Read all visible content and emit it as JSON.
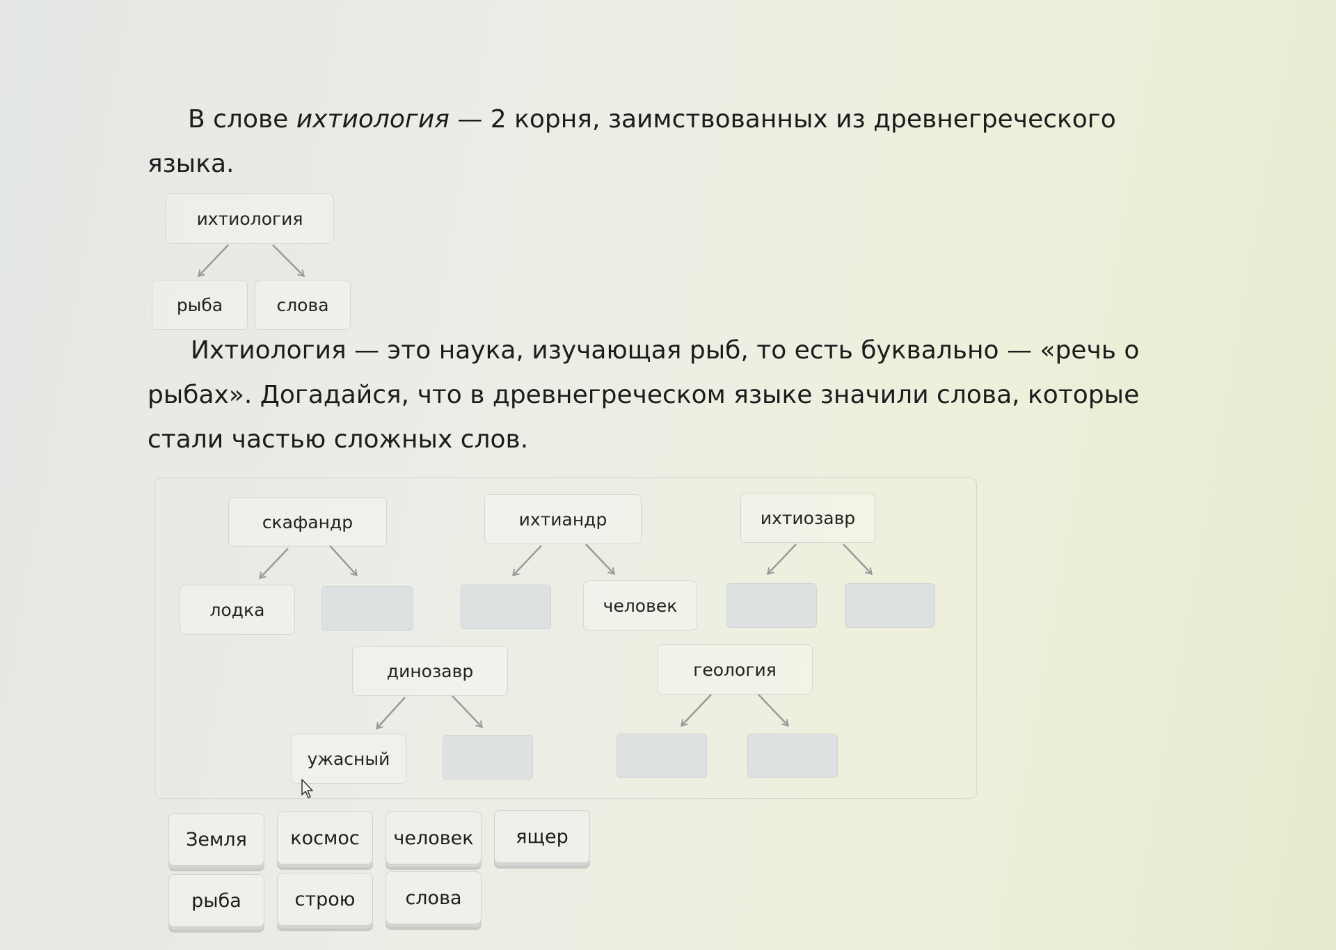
{
  "intro": {
    "before": "В слове ",
    "word": "ихтиология",
    "after": " — 2 корня, заимствованных из древнегреческого языка."
  },
  "example": {
    "word": "ихтиология",
    "left": "рыба",
    "right": "слова"
  },
  "task_text": "Ихтиология — это наука, изучающая рыб, то есть буквально — «речь о рыбах». Догадайся, что в древнегреческом языке значили слова, которые стали частью сложных слов.",
  "trees": [
    {
      "word": "скафандр",
      "left": "лодка",
      "right": ""
    },
    {
      "word": "ихтиандр",
      "left": "",
      "right": "человек"
    },
    {
      "word": "ихтиозавр",
      "left": "",
      "right": ""
    },
    {
      "word": "динозавр",
      "left": "ужасный",
      "right": ""
    },
    {
      "word": "геология",
      "left": "",
      "right": ""
    }
  ],
  "options": [
    "Земля",
    "космос",
    "человек",
    "ящер",
    "рыба",
    "строю",
    "слова"
  ],
  "icons": {
    "arrow": "down-diagonal-arrow-icon",
    "cursor": "mouse-cursor-icon"
  }
}
